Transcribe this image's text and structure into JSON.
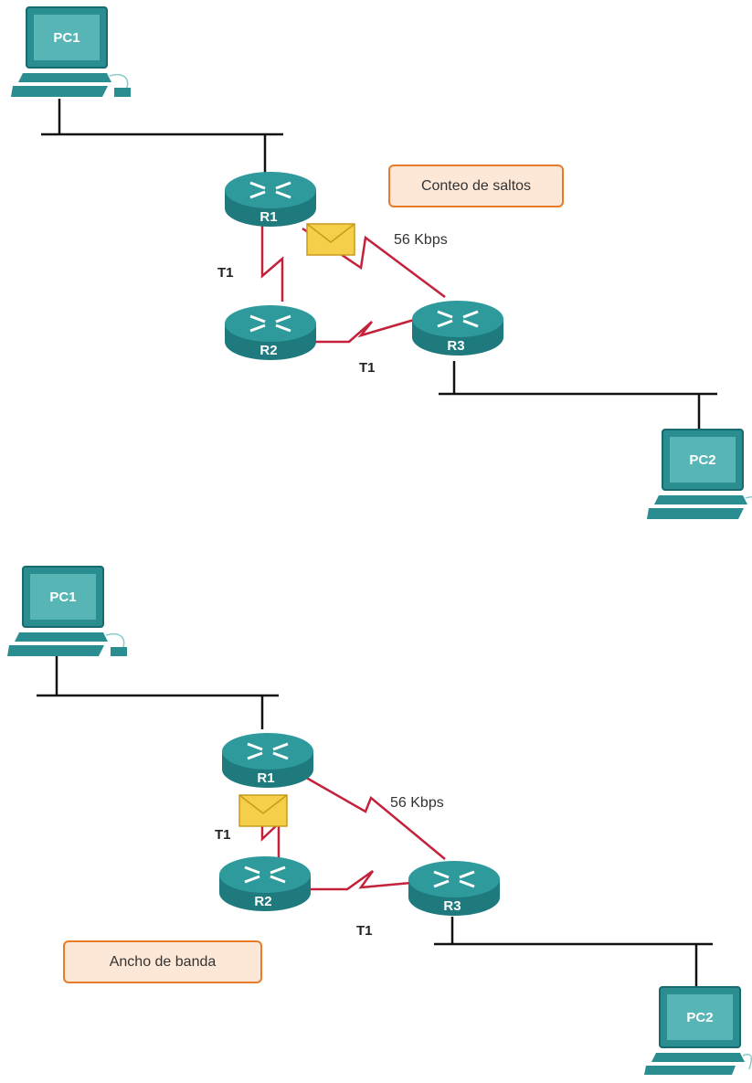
{
  "colors": {
    "device": "#2a8d8f",
    "device_dark": "#176a6d",
    "device_light": "#5bb9ba",
    "serial_link": "#c4213a",
    "ethernet": "#111111",
    "callout_border": "#e87a2c",
    "callout_fill": "#fde8d8",
    "envelope": "#f5cf4a"
  },
  "scenes": [
    {
      "callout": "Conteo de saltos",
      "envelope_position": "on R1–R3 link",
      "devices": {
        "pc1": "PC1",
        "pc2": "PC2",
        "r1": "R1",
        "r2": "R2",
        "r3": "R3"
      },
      "links": {
        "r1_r2": "T1",
        "r2_r3": "T1",
        "r1_r3": "56 Kbps"
      }
    },
    {
      "callout": "Ancho de banda",
      "envelope_position": "on R1–R2 link",
      "devices": {
        "pc1": "PC1",
        "pc2": "PC2",
        "r1": "R1",
        "r2": "R2",
        "r3": "R3"
      },
      "links": {
        "r1_r2": "T1",
        "r2_r3": "T1",
        "r1_r3": "56 Kbps"
      }
    }
  ]
}
